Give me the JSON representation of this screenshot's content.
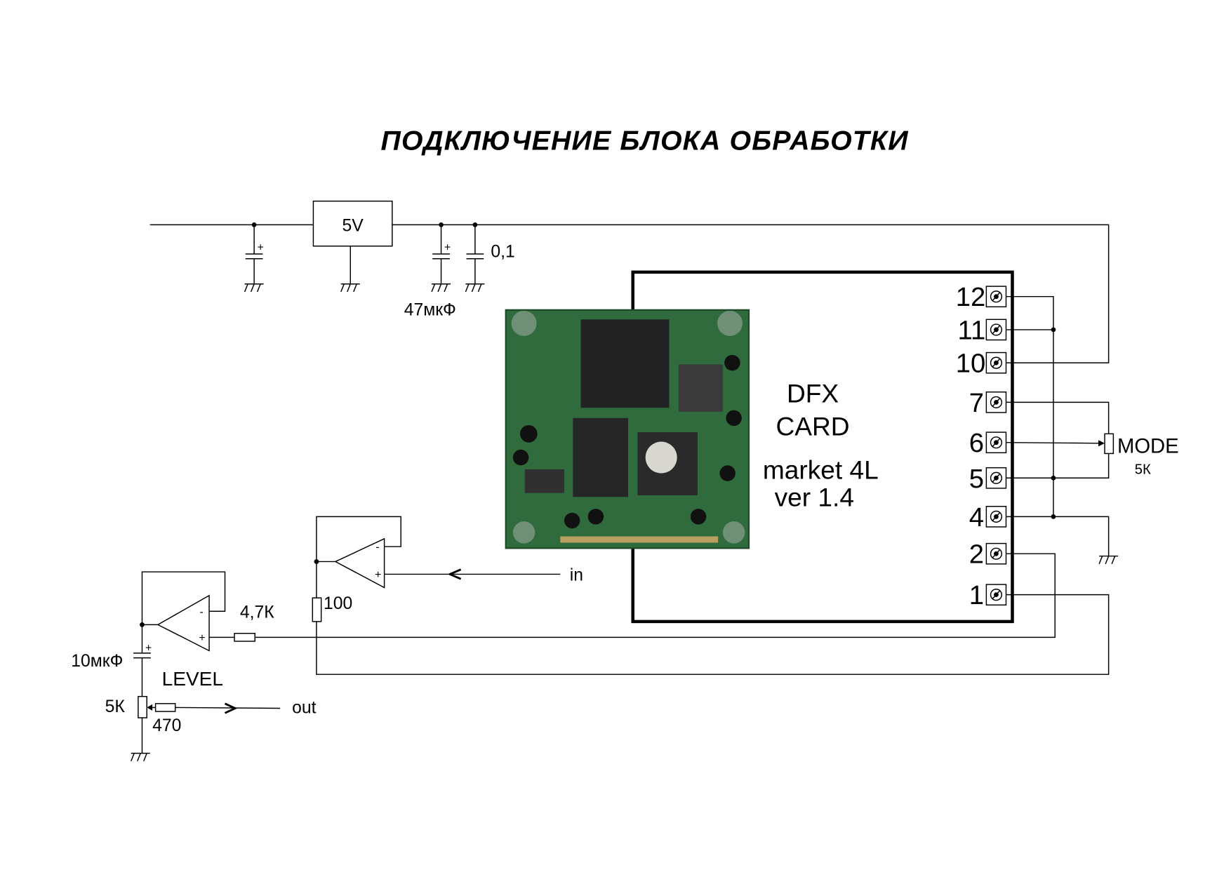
{
  "title": "ПОДКЛЮЧЕНИЕ  БЛОКА  ОБРАБОТКИ",
  "regulator": {
    "label": "5V"
  },
  "capacitors": {
    "c47": "47мкФ",
    "c01": "0,1",
    "c10": "10мкФ",
    "plus": "+"
  },
  "card": {
    "line1": "DFX",
    "line2": "CARD",
    "line3": "market 4L",
    "line4": "ver 1.4"
  },
  "pins": [
    "12",
    "11",
    "10",
    "7",
    "6",
    "5",
    "4",
    "2",
    "1"
  ],
  "opamp": {
    "minus": "-",
    "plus": "+"
  },
  "resistors": {
    "r47k": "4,7К",
    "r100": "100",
    "r470": "470"
  },
  "pots": {
    "level_label": "LEVEL",
    "level_value": "5К",
    "mode_label": "MODE",
    "mode_value": "5К"
  },
  "io": {
    "in": "in",
    "out": "out"
  }
}
